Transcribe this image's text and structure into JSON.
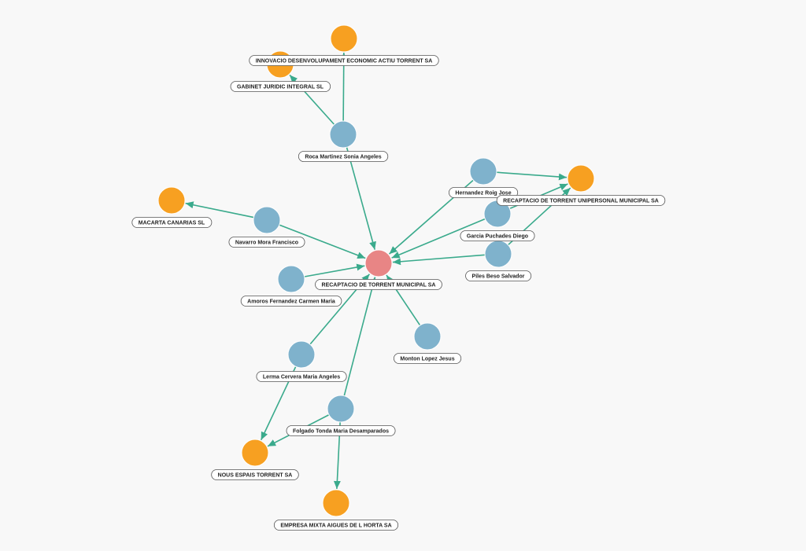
{
  "colors": {
    "edge": "#3aaa8c",
    "person": "#7fb2cc",
    "company": "#f7a021",
    "center": "#e88585",
    "node_stroke": "#ffffff"
  },
  "nodes": [
    {
      "id": "recaptacio_sa",
      "label": "RECAPTACIO DE TORRENT MUNICIPAL SA",
      "kind": "center"
    },
    {
      "id": "innova",
      "label": "INNOVACIO DESENVOLUPAMENT ECONOMIC ACTIU TORRENT SA",
      "kind": "company"
    },
    {
      "id": "gabinet",
      "label": "GABINET JURIDIC INTEGRAL SL",
      "kind": "company"
    },
    {
      "id": "roca",
      "label": "Roca Martinez Sonia Angeles",
      "kind": "person"
    },
    {
      "id": "macarta",
      "label": "MACARTA CANARIAS SL",
      "kind": "company"
    },
    {
      "id": "navarro",
      "label": "Navarro Mora Francisco",
      "kind": "person"
    },
    {
      "id": "hernandez",
      "label": "Hernandez Roig Jose",
      "kind": "person"
    },
    {
      "id": "recaptacio_unip",
      "label": "RECAPTACIO DE TORRENT UNIPERSONAL MUNICIPAL SA",
      "kind": "company"
    },
    {
      "id": "garcia",
      "label": "Garcia Puchades Diego",
      "kind": "person"
    },
    {
      "id": "piles",
      "label": "Piles Beso Salvador",
      "kind": "person"
    },
    {
      "id": "amoros",
      "label": "Amoros Fernandez Carmen Maria",
      "kind": "person"
    },
    {
      "id": "monton",
      "label": "Monton Lopez Jesus",
      "kind": "person"
    },
    {
      "id": "lerma",
      "label": "Lerma Cervera Maria Angeles",
      "kind": "person"
    },
    {
      "id": "folgado",
      "label": "Folgado Tonda Maria Desamparados",
      "kind": "person"
    },
    {
      "id": "nous",
      "label": "NOUS ESPAIS TORRENT SA",
      "kind": "company"
    },
    {
      "id": "empresa",
      "label": "EMPRESA MIXTA AIGUES DE L HORTA SA",
      "kind": "company"
    }
  ],
  "edges": [
    {
      "source": "roca",
      "target": "innova"
    },
    {
      "source": "roca",
      "target": "gabinet"
    },
    {
      "source": "roca",
      "target": "recaptacio_sa"
    },
    {
      "source": "navarro",
      "target": "macarta"
    },
    {
      "source": "navarro",
      "target": "recaptacio_sa"
    },
    {
      "source": "hernandez",
      "target": "recaptacio_unip"
    },
    {
      "source": "hernandez",
      "target": "recaptacio_sa"
    },
    {
      "source": "garcia",
      "target": "recaptacio_unip"
    },
    {
      "source": "garcia",
      "target": "recaptacio_sa"
    },
    {
      "source": "piles",
      "target": "recaptacio_unip"
    },
    {
      "source": "piles",
      "target": "recaptacio_sa"
    },
    {
      "source": "amoros",
      "target": "recaptacio_sa"
    },
    {
      "source": "monton",
      "target": "recaptacio_sa"
    },
    {
      "source": "lerma",
      "target": "recaptacio_sa"
    },
    {
      "source": "lerma",
      "target": "nous"
    },
    {
      "source": "folgado",
      "target": "recaptacio_sa"
    },
    {
      "source": "folgado",
      "target": "nous"
    },
    {
      "source": "folgado",
      "target": "empresa"
    }
  ]
}
